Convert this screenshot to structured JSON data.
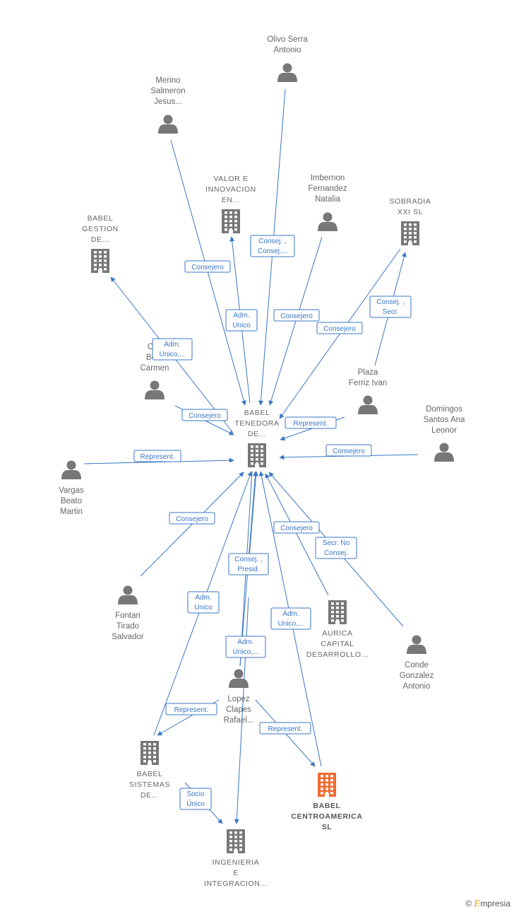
{
  "colors": {
    "edge": "#3a76c4",
    "node": "#777777",
    "highlight": "#f26a30"
  },
  "brand": {
    "copyright": "©",
    "e": "E",
    "rest": "mpresia"
  },
  "nodes": [
    {
      "id": "olivo",
      "kind": "person",
      "label": [
        "Olivo Serra",
        "Antonio"
      ]
    },
    {
      "id": "merino",
      "kind": "person",
      "label": [
        "Merino",
        "Salmeron",
        "Jesus..."
      ]
    },
    {
      "id": "valor",
      "kind": "company",
      "label": [
        "VALOR E",
        "INNOVACION",
        "EN..."
      ]
    },
    {
      "id": "imbernon",
      "kind": "person",
      "label": [
        "Imbernon",
        "Fernandez",
        "Natalia"
      ]
    },
    {
      "id": "sobradia",
      "kind": "company",
      "label": [
        "SOBRADIA",
        "XXI  SL"
      ]
    },
    {
      "id": "babel_gestion",
      "kind": "company",
      "label": [
        "BABEL",
        "GESTION",
        "DE..."
      ]
    },
    {
      "id": "castro",
      "kind": "person",
      "label": [
        "Cas",
        "Bere",
        "Carmen"
      ]
    },
    {
      "id": "plaza",
      "kind": "person",
      "label": [
        "Plaza",
        "Ferriz Ivan"
      ]
    },
    {
      "id": "babel_tenedora",
      "kind": "company",
      "label": [
        "BABEL",
        "TENEDORA",
        "DE..."
      ]
    },
    {
      "id": "domingos",
      "kind": "person",
      "label": [
        "Domingos",
        "Santos Ana",
        "Leonor"
      ]
    },
    {
      "id": "vargas",
      "kind": "person",
      "label": [
        "Vargas",
        "Beato",
        "Martin"
      ]
    },
    {
      "id": "fontan",
      "kind": "person",
      "label": [
        "Fontan",
        "Tirado",
        "Salvador"
      ]
    },
    {
      "id": "aurica",
      "kind": "company",
      "label": [
        "AURICA",
        "CAPITAL",
        "DESARROLLO..."
      ]
    },
    {
      "id": "conde",
      "kind": "person",
      "label": [
        "Conde",
        "Gonzalez",
        "Antonio"
      ]
    },
    {
      "id": "lopez",
      "kind": "person",
      "label": [
        "Lopez",
        "Clapes",
        "Rafael..."
      ]
    },
    {
      "id": "babel_sistemas",
      "kind": "company",
      "label": [
        "BABEL",
        "SISTEMAS",
        "DE..."
      ]
    },
    {
      "id": "babel_centro",
      "kind": "company",
      "highlight": true,
      "label": [
        "BABEL",
        "CENTROAMERICA",
        "SL"
      ]
    },
    {
      "id": "ingenieria",
      "kind": "company",
      "label": [
        "INGENIERIA",
        "E",
        "INTEGRACION..."
      ]
    }
  ],
  "edges": [
    {
      "label": [
        "Consej. ,",
        "Consej...."
      ]
    },
    {
      "label": [
        "Consejero"
      ]
    },
    {
      "label": [
        "Adm.",
        "Unico"
      ]
    },
    {
      "label": [
        "Consejero"
      ]
    },
    {
      "label": [
        "Consejero"
      ]
    },
    {
      "label": [
        "Consej. ,",
        "Secr."
      ]
    },
    {
      "label": [
        "Adm.",
        "Unico,..."
      ]
    },
    {
      "label": [
        "Consejero"
      ]
    },
    {
      "label": [
        "Represent."
      ]
    },
    {
      "label": [
        "Consejero"
      ]
    },
    {
      "label": [
        "Represent."
      ]
    },
    {
      "label": [
        "Consejero"
      ]
    },
    {
      "label": [
        "Consejero"
      ]
    },
    {
      "label": [
        "Secr.  No",
        "Consej."
      ]
    },
    {
      "label": [
        "Consej. ,",
        "Presid."
      ]
    },
    {
      "label": [
        "Adm.",
        "Unico"
      ]
    },
    {
      "label": [
        "Adm.",
        "Unico,..."
      ]
    },
    {
      "label": [
        "Adm.",
        "Unico,..."
      ]
    },
    {
      "label": [
        "Represent."
      ]
    },
    {
      "label": [
        "Represent."
      ]
    },
    {
      "label": [
        "Socio",
        "Único"
      ]
    }
  ]
}
